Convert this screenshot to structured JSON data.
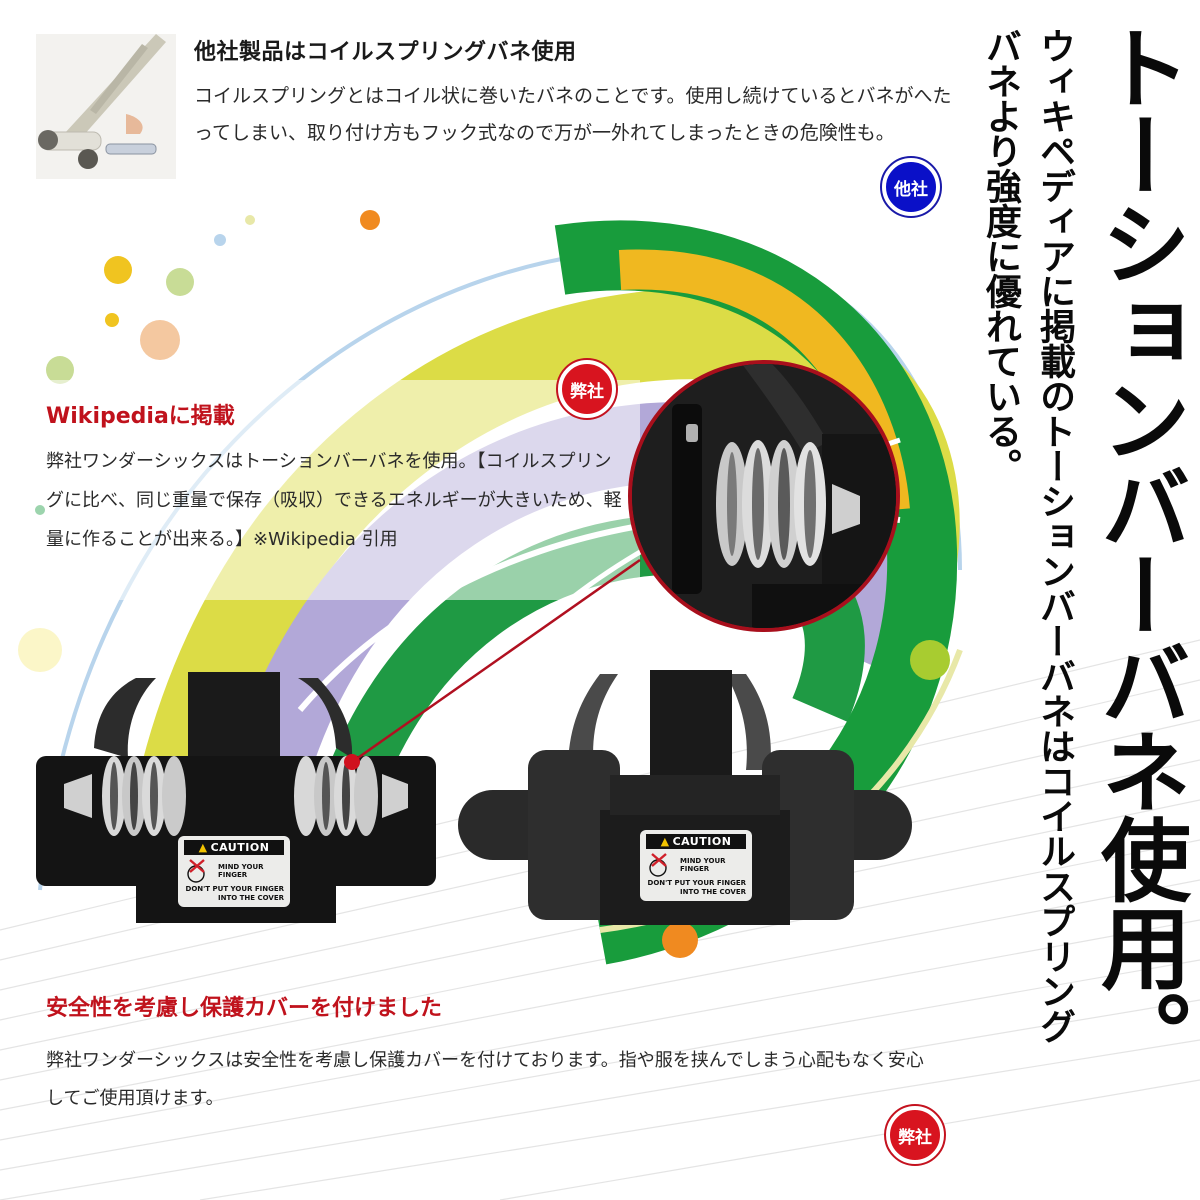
{
  "competitor": {
    "title": "他社製品はコイルスプリングバネ使用",
    "body": "コイルスプリングとはコイル状に巻いたバネのことです。使用し続けているとバネがへたってしまい、取り付け方もフック式なので万が一外れてしまったときの危険性も。",
    "badge": "他社",
    "badge_color": "#0a10c8"
  },
  "headline": {
    "main": "トーションバーバネ使用。",
    "sub_line1": "ウィキペディアに掲載のトーションバーバネはコイルスプリング",
    "sub_line2": "バネより強度に優れている。"
  },
  "wikipedia": {
    "title": "Wikipediaに掲載",
    "body": "弊社ワンダーシックスはトーションバーバネを使用。【コイルスプリングに比べ、同じ重量で保存（吸収）できるエネルギーが大きいため、軽量に作ることが出来る。】※Wikipedia 引用",
    "badge": "弊社",
    "badge_color": "#d8141f"
  },
  "products": {
    "left": {
      "caution_header": "CAUTION",
      "line1": "MIND YOUR FINGER",
      "line2": "DON'T PUT YOUR FINGER INTO THE COVER"
    },
    "right": {
      "caution_header": "CAUTION",
      "line1": "MIND YOUR FINGER",
      "line2": "DON'T PUT YOUR FINGER INTO THE COVER"
    }
  },
  "safety": {
    "title": "安全性を考慮し保護カバーを付けました",
    "body": "弊社ワンダーシックスは安全性を考慮し保護カバーを付けております。指や服を挟んでしまう心配もなく安心してご使用頂けます。",
    "badge": "弊社"
  },
  "colors": {
    "accent_red": "#c0121c",
    "badge_blue": "#0a10c8",
    "text_dark": "#0a0a0a"
  }
}
